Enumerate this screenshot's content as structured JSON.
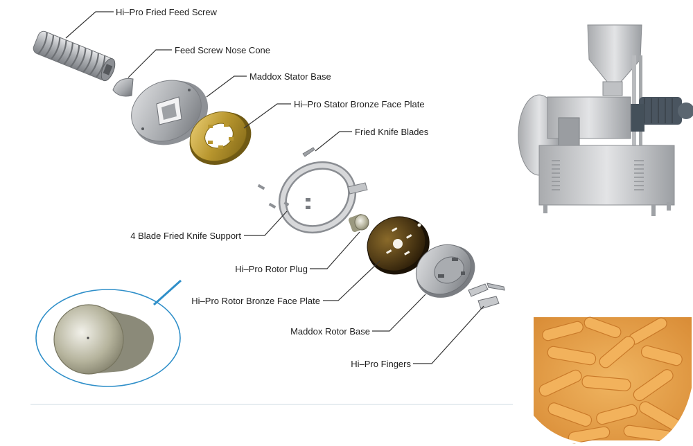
{
  "labels": {
    "feed_screw": "Hi–Pro Fried Feed Screw",
    "nose_cone": "Feed Screw Nose Cone",
    "stator_base": "Maddox Stator Base",
    "stator_bronze": "Hi–Pro Stator Bronze Face Plate",
    "knife_blades": "Fried Knife Blades",
    "knife_support": "4 Blade Fried Knife Support",
    "rotor_plug": "Hi–Pro Rotor Plug",
    "rotor_bronze": "Hi–Pro Rotor Bronze Face Plate",
    "rotor_base": "Maddox Rotor Base",
    "fingers": "Hi–Pro Fingers"
  },
  "colors": {
    "steel": "#b9bcc0",
    "bronze": "#b8962e",
    "rotor_bronze": "#3a2a12",
    "leader": "#333333",
    "highlight_ellipse": "#2f8fc9",
    "snack": "#e7a24e"
  }
}
